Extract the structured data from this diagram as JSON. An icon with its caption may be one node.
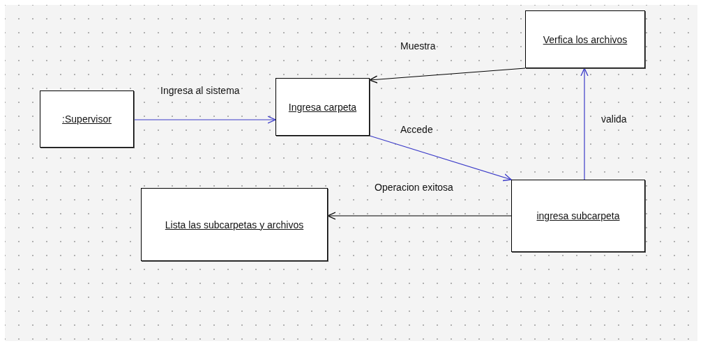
{
  "diagram": {
    "nodes": [
      {
        "text": [
          ":Supervisor"
        ]
      },
      {
        "text": [
          "Ingresa carpeta"
        ]
      },
      {
        "text": [
          "Verfica los archivos"
        ]
      },
      {
        "text": [
          "ingresa subcarpeta"
        ]
      },
      {
        "text": [
          "Lista las subcarpetas y archivos"
        ]
      }
    ],
    "edges": [
      {
        "from": 0,
        "to": 1,
        "arrow": "to",
        "label": "Ingresa al sistema"
      },
      {
        "from": 1,
        "to": 3,
        "arrow": "to",
        "label": "Accede"
      },
      {
        "from": 3,
        "to": 2,
        "arrow": "to",
        "label": "valida"
      },
      {
        "from": 2,
        "to": 1,
        "arrow": "to",
        "label": "Muestra",
        "color": "#000000"
      },
      {
        "from": 3,
        "to": 4,
        "arrow": "to",
        "label": "Operacion exitosa",
        "color": "#000000"
      }
    ]
  }
}
